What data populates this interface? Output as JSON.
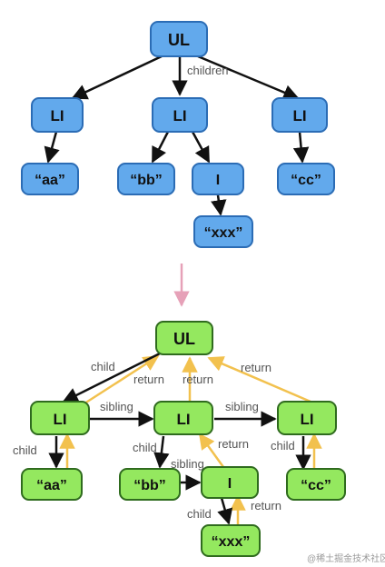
{
  "top_tree": {
    "nodes": {
      "ul": "UL",
      "li_left": "LI",
      "li_mid": "LI",
      "li_right": "LI",
      "aa": "“aa”",
      "bb": "“bb”",
      "i": "I",
      "cc": "“cc”",
      "xxx": "“xxx”"
    },
    "labels": {
      "children": "children"
    }
  },
  "bottom_tree": {
    "nodes": {
      "ul": "UL",
      "li_left": "LI",
      "li_mid": "LI",
      "li_right": "LI",
      "aa": "“aa”",
      "bb": "“bb”",
      "i": "I",
      "cc": "“cc”",
      "xxx": "“xxx”"
    },
    "labels": {
      "child_ul": "child",
      "return_li_left": "return",
      "return_li_mid": "return",
      "return_li_right": "return",
      "sibling_left": "sibling",
      "sibling_right": "sibling",
      "child_li_left": "child",
      "child_li_mid": "child",
      "sibling_bb": "sibling",
      "return_i": "return",
      "child_li_right": "child",
      "return_xxx": "return",
      "child_i": "child"
    }
  },
  "watermark": "@稀土掘金技术社区",
  "colors": {
    "blue_fill": "#62a9ec",
    "blue_stroke": "#2b6cb5",
    "green_fill": "#94e85f",
    "green_stroke": "#2f6b1e",
    "return_arrow": "#f2c14e",
    "transition_arrow": "#e6a1b8"
  }
}
